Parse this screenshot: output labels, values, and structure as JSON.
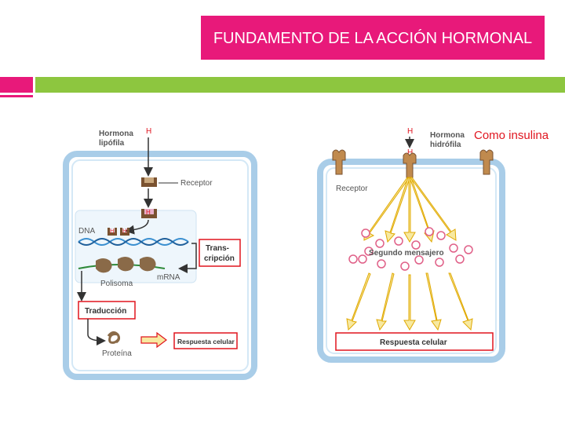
{
  "slide": {
    "title": "FUNDAMENTO DE LA ACCIÓN HORMONAL",
    "annotation": "Como insulina",
    "colors": {
      "pink": "#e8197a",
      "green": "#8dc63f",
      "accent_red": "#e0151f",
      "cell_border": "#a9cde8",
      "arrow_yellow": "#f7e9a0"
    }
  },
  "left_panel": {
    "hormone_label_1": "Hormona",
    "hormone_label_2": "lipófila",
    "hormone_letter": "H",
    "receptor_label": "Receptor",
    "dna_label": "DNA",
    "transcription_1": "Trans-",
    "transcription_2": "cripción",
    "polysome_label": "Polisoma",
    "mrna_label": "mRNA",
    "translation_label": "Traducción",
    "response_label": "Respuesta celular",
    "protein_label": "Proteína"
  },
  "right_panel": {
    "hormone_label_1": "Hormona",
    "hormone_label_2": "hidrófila",
    "hormone_letter": "H",
    "receptor_label": "Receptor",
    "second_messenger_label": "Segundo mensajero",
    "response_label": "Respuesta celular"
  }
}
